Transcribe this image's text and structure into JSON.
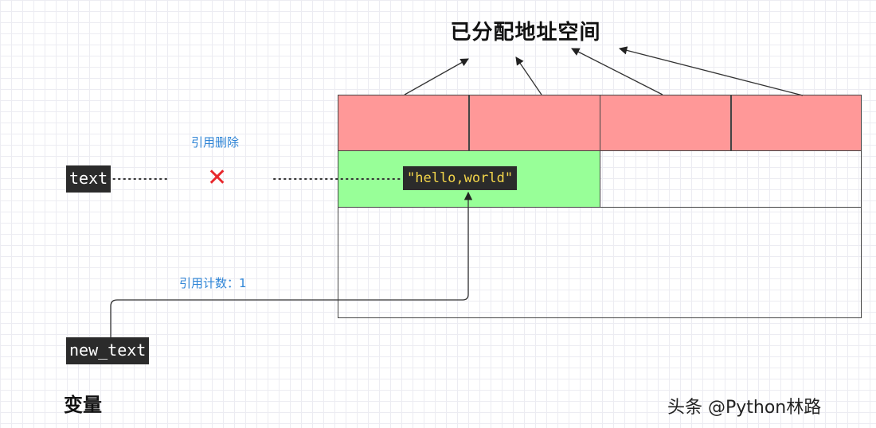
{
  "title": "已分配地址空间",
  "memory": {
    "string_value": "\"hello,world\""
  },
  "variables": {
    "text": "text",
    "new_text": "new_text",
    "section_label": "变量"
  },
  "annotations": {
    "reference_deleted": "引用删除",
    "ref_count": "引用计数：1",
    "deleted_mark": "✕"
  },
  "colors": {
    "allocated_block": "#ff9898",
    "string_block": "#98ff98",
    "label_blue": "#2f85d6",
    "deleted_red": "#e8282d"
  },
  "watermark": "头条 @Python林路"
}
